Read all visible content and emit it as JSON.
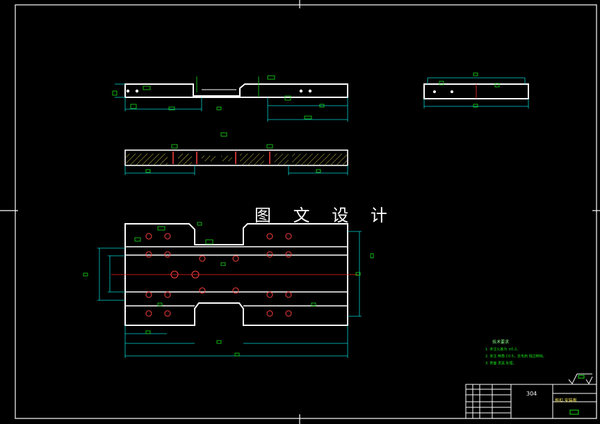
{
  "watermark": "图 文 设 计",
  "notes": {
    "title": "技术要求",
    "lines": [
      "1. 未注公差为 ±0.2。",
      "2. 未注 倒角 C0.5，去毛刺 锐边倒钝。",
      "3. 表面 发黑 处理。"
    ]
  },
  "title_block": {
    "drawing_code": "304",
    "part_name": "拖扣 安装板"
  },
  "colors": {
    "background": "#000000",
    "outline": "#ffffff",
    "dimension": "#19e019",
    "extension": "#00d4d4",
    "hole_mark": "#ff4040",
    "centerline": "#ff2020",
    "hatch": "#ffef5a"
  }
}
